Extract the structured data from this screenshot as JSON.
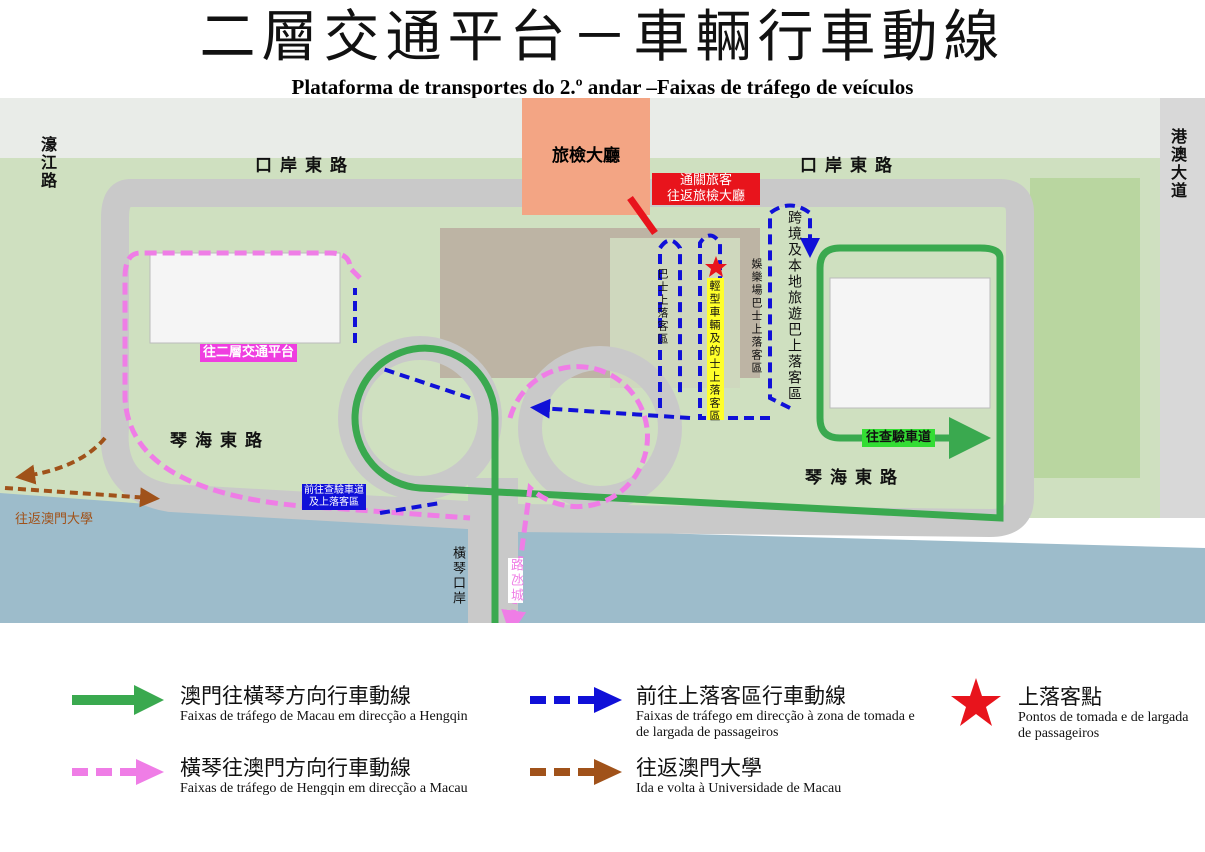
{
  "header": {
    "title": "二層交通平台－車輛行車動線",
    "subtitle": "Plataforma de transportes do 2.º andar –Faixas de tráfego de veículos"
  },
  "map": {
    "terminal": "旅檢大廳",
    "road_north_left": "口岸東路",
    "road_north_right": "口岸東路",
    "road_south_left": "琴海東路",
    "road_south_right": "琴海東路",
    "road_west": "濠江路",
    "road_east": "港澳大道",
    "passenger_note": [
      "通關旅客",
      "往返旅檢大廳"
    ],
    "to_platform": "往二層交通平台",
    "to_inspection": "往查驗車道",
    "bus_zone": "巴士上落客區",
    "light_vehicle_zone": "輕型車輛及的士上落客區",
    "casino_bus_zone": "娛樂場巴士上落客區",
    "tour_bus_zone": "跨境及本地旅遊巴上落客區",
    "to_inspection_pickup": [
      "前往查驗車道",
      "及上落客區"
    ],
    "to_university": "往返澳門大學",
    "hengqin_port": "橫琴口岸",
    "cotai": "路氹城",
    "colors": {
      "green": "#3aa94f",
      "pink": "#ef7de6",
      "blue": "#1010d8",
      "brown": "#a0521a",
      "red": "#e8141c",
      "water": "#9dbccb"
    }
  },
  "legend": [
    {
      "zh": "澳門往橫琴方向行車動線",
      "pt": "Faixas de tráfego de Macau em direcção a Hengqin",
      "style": "green-arrow"
    },
    {
      "zh": "前往上落客區行車動線",
      "pt": "Faixas de tráfego em direcção à zona de tomada e de  largada de passageiros",
      "style": "blue-dashed-arrow"
    },
    {
      "zh": "上落客點",
      "pt": "Pontos de tomada e de largada de passageiros",
      "style": "red-star"
    },
    {
      "zh": "橫琴往澳門方向行車動線",
      "pt": "Faixas de tráfego de Hengqin em direcção a Macau",
      "style": "pink-dashed-arrow"
    },
    {
      "zh": "往返澳門大學",
      "pt": "Ida e volta à Universidade de Macau",
      "style": "brown-dashed-arrow"
    }
  ]
}
